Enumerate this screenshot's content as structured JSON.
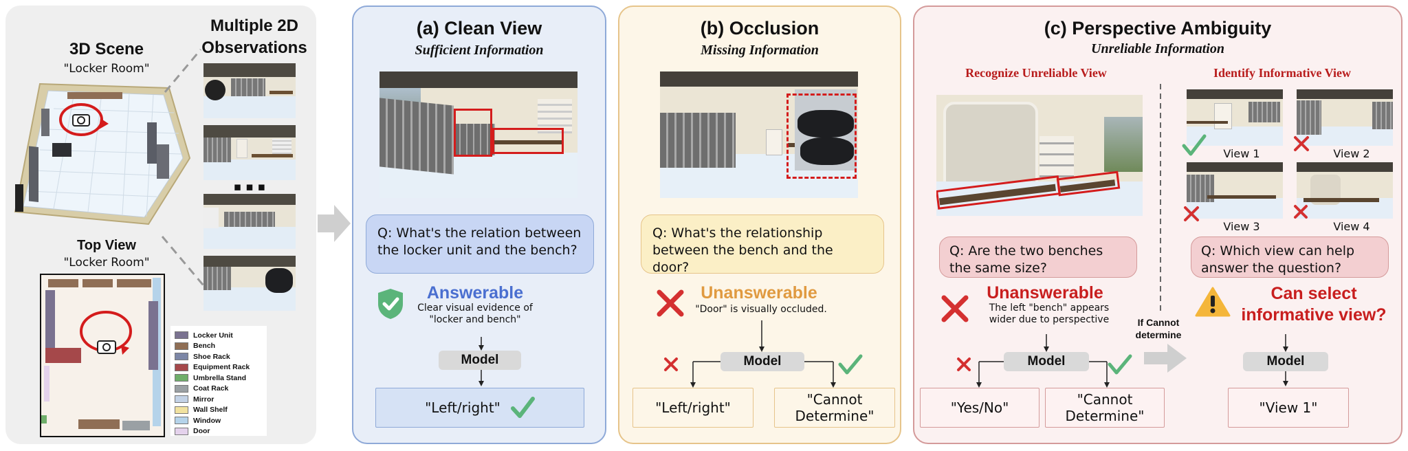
{
  "colors": {
    "left_panel_bg": "#efefef",
    "clean_bg": "#e8eef8",
    "clean_border": "#8ea9d8",
    "occ_bg": "#fdf6e8",
    "occ_border": "#e6c48a",
    "amb_bg": "#fbf1f1",
    "amb_border": "#d49a9a",
    "answerable_blue": "#4a6fd0",
    "unanswerable_orange": "#e09a40",
    "unanswerable_red": "#c81e1e",
    "check_green": "#5bb47a",
    "cross_red": "#d43030"
  },
  "left": {
    "scene_title": "3D Scene",
    "scene_subtitle": "\"Locker Room\"",
    "obs_title_line1": "Multiple 2D",
    "obs_title_line2": "Observations",
    "ellipsis": "▪ ▪ ▪",
    "top_view_title": "Top View",
    "top_view_subtitle": "\"Locker Room\"",
    "legend": [
      {
        "label": "Locker Unit",
        "color": "#7a7290"
      },
      {
        "label": "Bench",
        "color": "#8f6e55"
      },
      {
        "label": "Shoe Rack",
        "color": "#7c86a6"
      },
      {
        "label": "Equipment Rack",
        "color": "#a5484a"
      },
      {
        "label": "Umbrella Stand",
        "color": "#6fae6a"
      },
      {
        "label": "Coat Rack",
        "color": "#9aa0a4"
      },
      {
        "label": "Mirror",
        "color": "#c3d2e6"
      },
      {
        "label": "Wall Shelf",
        "color": "#f1e2a0"
      },
      {
        "label": "Window",
        "color": "#b5d3ea"
      },
      {
        "label": "Door",
        "color": "#e4d2ec"
      }
    ]
  },
  "clean": {
    "title": "(a) Clean View",
    "subtitle": "Sufficient Information",
    "question": "Q: What's the relation between the locker unit and the bench?",
    "status": "Answerable",
    "explain": "Clear visual evidence of \"locker and bench\"",
    "model": "Model",
    "answer": "\"Left/right\""
  },
  "occlusion": {
    "title": "(b) Occlusion",
    "subtitle": "Missing Information",
    "question": "Q: What's the relationship between the bench and the door?",
    "status": "Unanswerable",
    "explain": "\"Door\" is visually occluded.",
    "model": "Model",
    "answer_left": "\"Left/right\"",
    "answer_right": "\"Cannot Determine\""
  },
  "ambiguity": {
    "title": "(c) Perspective Ambiguity",
    "subtitle": "Unreliable Information",
    "left_header": "Recognize Unreliable View",
    "right_header": "Identify Informative View",
    "question_left": "Q: Are the two benches the same size?",
    "status_left": "Unanswerable",
    "explain_left": "The left \"bench\" appears wider due to perspective",
    "model": "Model",
    "answer_yesno": "\"Yes/No\"",
    "answer_cannot": "\"Cannot Determine\"",
    "if_cannot": "If Cannot determine",
    "views": [
      "View 1",
      "View 2",
      "View 3",
      "View 4"
    ],
    "question_right": "Q: Which view can help answer the question?",
    "status_right": "Can select informative view?",
    "answer_view": "\"View 1\""
  }
}
